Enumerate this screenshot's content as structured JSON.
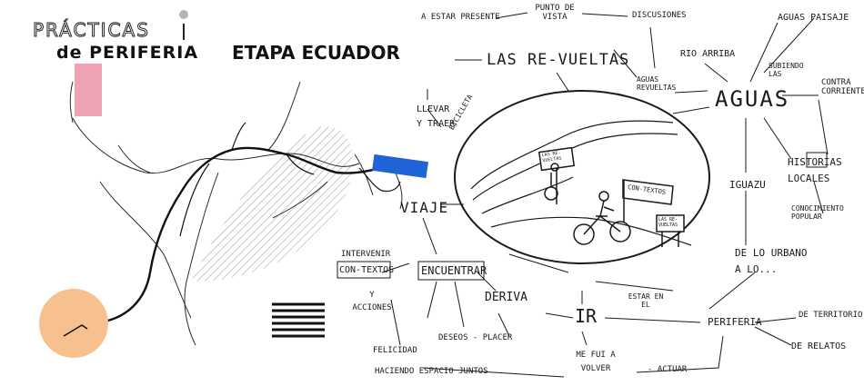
{
  "header": {
    "title_line1": "PRÁCTICAS",
    "title_line2": "de PERIFERIA",
    "title_line3": "ETAPA ECUADOR"
  },
  "colors": {
    "pink_marker": "#f0a3b3",
    "blue_marker": "#1f63d6",
    "orange_circle": "#f6c08f",
    "ink": "#1a1a1a"
  },
  "mindmap": {
    "las_revueltas": "LAS RE-VUELTAS",
    "a_estar_presente": "A ESTAR PRESENTE",
    "punto_de_vista": "PUNTO DE VISTA",
    "discusiones": "DISCUSIONES",
    "aguas_paisaje": "AGUAS PAISAJE",
    "rio_arriba": "RIO ARRIBA",
    "subiendo_las": "SUBIENDO LAS",
    "aguas": "AGUAS",
    "aguas_revueltas": "AGUAS REVUELTAS",
    "contra_corriente": "CONTRA CORRIENTE",
    "llevar_y_traer": "LLEVAR Y TRAER",
    "bicicleta": "BICICLETA",
    "historias_locales": "HISTORIAS LOCALES",
    "iguazu": "IGUAZU",
    "conocimiento_popular": "CONOCIMIENTO POPULAR",
    "viaje": "VIAJE",
    "de_lo_urbano": "DE LO URBANO A LO...",
    "intervenir": "INTERVENIR",
    "con_textos": "CON-TEXTOS",
    "y_acciones": "Y ACCIONES",
    "encuentrar": "ENCUENTRAR",
    "deriva": "DERIVA",
    "ir": "IR",
    "estar_en_el": "ESTAR EN EL",
    "periferia": "PERIFERIA",
    "de_territorio": "DE TERRITORIO",
    "de_relatos": "DE RELATOS",
    "felicidad": "FELICIDAD",
    "deseos_placer": "DESEOS - PLACER",
    "me_fui_a_volver": "ME FUI A VOLVER",
    "actuar": "- ACTUAR -",
    "haciendo_espacio_juntos": "HACIENDO ESPACIO JUNTOS"
  },
  "sketch": {
    "sign_1": "LAS RE-VUELTAS",
    "sign_2": "CON-TEXTOS",
    "sign_3": "LAS RE-VUELTAS"
  }
}
